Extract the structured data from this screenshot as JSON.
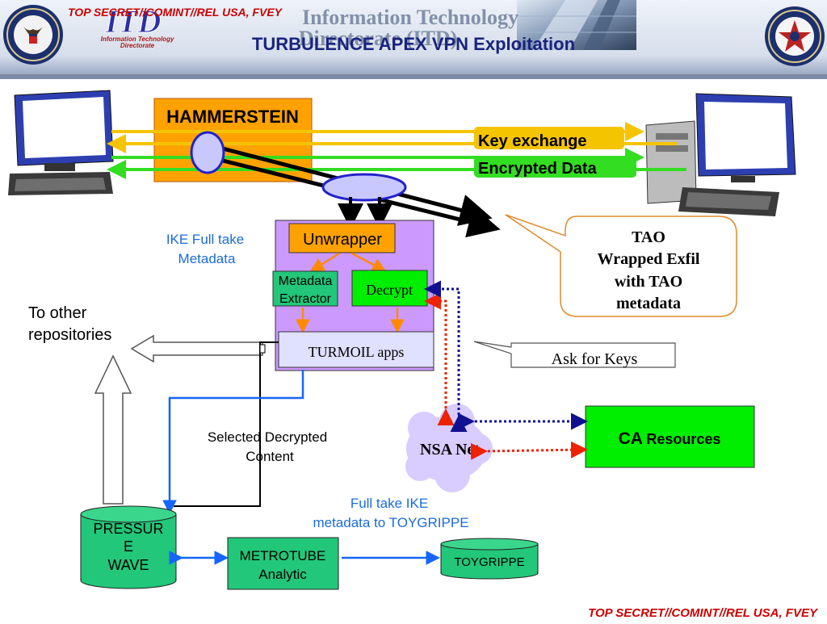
{
  "header": {
    "classification": "TOP SECRET//COMINT//REL USA, FVEY",
    "ito_logo": "ITD",
    "ito_sub1": "Information Technology",
    "ito_sub2": "Directorate",
    "banner_line1": "Information Technology",
    "banner_line2": "Directorate (ITD)",
    "title": "TURBULENCE APEX VPN Exploitation"
  },
  "diagram": {
    "hammerstein": "HAMMERSTEIN",
    "key_exchange": "Key exchange",
    "encrypted_data": "Encrypted Data",
    "unwrapper": "Unwrapper",
    "metadata_extractor": [
      "Metadata",
      "Extractor"
    ],
    "decrypt": "Decrypt",
    "turmoil": "TURMOIL apps",
    "ike_full_take": [
      "IKE Full take",
      "Metadata"
    ],
    "to_other_repos": [
      "To other",
      "repositories"
    ],
    "tao_callout": [
      "TAO",
      "Wrapped Exfil",
      "with TAO",
      "metadata"
    ],
    "ask_for_keys": "Ask for Keys",
    "ca_resources_prefix": "CA",
    "ca_resources_suffix": "Resources",
    "nsa_net": "NSA Net",
    "selected_decrypted": [
      "Selected Decrypted",
      "Content"
    ],
    "full_take_ike": [
      "Full take IKE",
      "metadata to TOYGRIPPE"
    ],
    "pressure_wave": [
      "PRESSUR",
      "E",
      "WAVE"
    ],
    "metrotube": [
      "METROTUBE",
      "Analytic"
    ],
    "toygrippe": "TOYGRIPPE"
  },
  "footer": {
    "classification": "TOP SECRET//COMINT//REL USA, FVEY"
  },
  "colors": {
    "classification_red": "#cc0000",
    "title_navy": "#1a237e",
    "key_exchange_yellow": "#f5c400",
    "encrypted_green": "#33dd22",
    "hammerstein_orange": "#ffa200",
    "processing_purple": "#cc99ff",
    "box_green": "#00ee00",
    "teal": "#22c77a",
    "blue_arrow": "#1565ff",
    "ike_text_blue": "#1a6bd9"
  }
}
